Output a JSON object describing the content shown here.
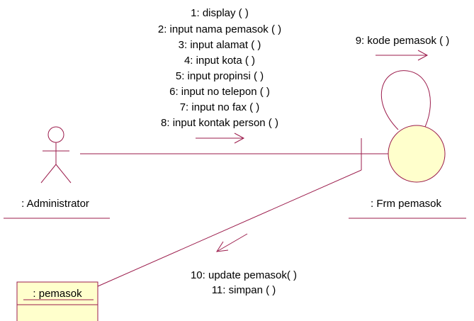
{
  "diagram": {
    "actor_label": ": Administrator",
    "boundary_label": ": Frm pemasok",
    "entity_label": ": pemasok",
    "messages_to_boundary": [
      "1: display ( )",
      "2: input nama pemasok ( )",
      "3: input alamat ( )",
      "4: input kota ( )",
      "5: input propinsi ( )",
      "6: input no telepon ( )",
      "7: input no fax ( )",
      "8: input kontak person ( )"
    ],
    "self_message": "9: kode pemasok ( )",
    "messages_to_entity": [
      "10: update pemasok( )",
      "11: simpan ( )"
    ],
    "colors": {
      "line": "#9b1b4b",
      "object_fill": "#ffffcc",
      "text": "#000000"
    }
  }
}
